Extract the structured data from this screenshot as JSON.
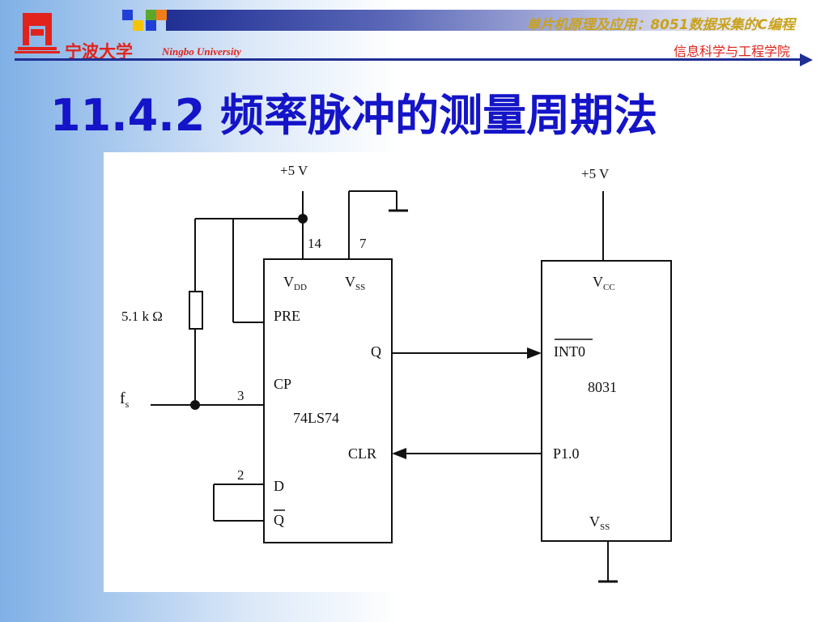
{
  "header": {
    "course_title": "单片机原理及应用：8051数据采集的C编程",
    "college": "信息科学与工程学院",
    "university_cn": "宁波大学",
    "university_en": "Ningbo University"
  },
  "slide": {
    "title": "11.4.2  频率脉冲的测量周期法"
  },
  "colors": {
    "title": "#1414c8",
    "header_bar": "#1f2f93",
    "accent_red": "#e1231b",
    "accent_gold": "#c9a21a",
    "square_blue": "#1f3fd6",
    "square_yellow": "#f5c400",
    "square_green": "#5aa82a",
    "square_orange": "#f07d1a"
  },
  "diagram": {
    "supply_left": "+5 V",
    "supply_right": "+5 V",
    "resistor": "5.1 k Ω",
    "input": "f",
    "input_sub": "s",
    "ff": {
      "chip": "74LS74",
      "vdd": "V",
      "vdd_sub": "DD",
      "vss": "V",
      "vss_sub": "SS",
      "pre": "PRE",
      "q": "Q",
      "cp": "CP",
      "clr": "CLR",
      "d": "D",
      "qbar": "Q",
      "pin_vdd": "14",
      "pin_vss": "7",
      "pin_cp": "3",
      "pin_d": "2"
    },
    "mcu": {
      "chip": "8031",
      "vcc": "V",
      "vcc_sub": "CC",
      "int0": "INT0",
      "p10": "P1.0",
      "vss": "V",
      "vss_sub": "SS"
    }
  }
}
